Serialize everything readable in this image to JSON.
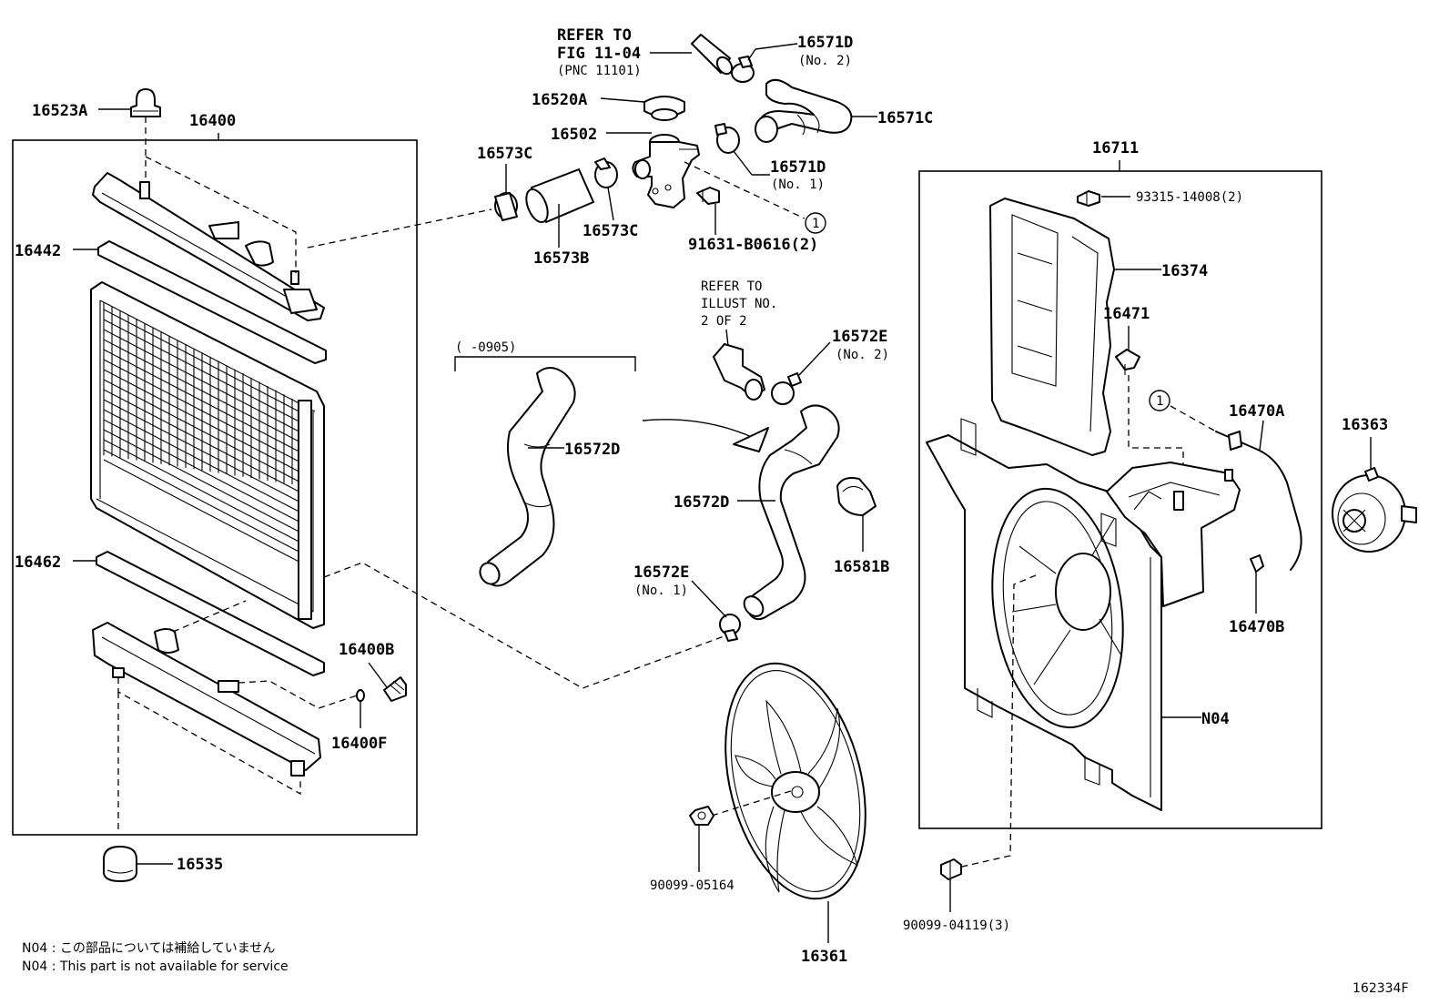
{
  "labels": {
    "p16523A": "16523A",
    "p16400": "16400",
    "p16442": "16442",
    "p16462": "16462",
    "p16400B": "16400B",
    "p16400F": "16400F",
    "p16535": "16535",
    "refer1_a": "REFER TO",
    "refer1_b": "FIG 11-04",
    "refer1_c": "(PNC 11101)",
    "p16571D_top": "16571D",
    "p16571D_top_sub": "(No. 2)",
    "p16520A": "16520A",
    "p16571C": "16571C",
    "p16502": "16502",
    "p16571D_mid": "16571D",
    "p16571D_mid_sub": "(No. 1)",
    "p16573C_left": "16573C",
    "p16573C_right": "16573C",
    "p16573B": "16573B",
    "p91631": "91631-B0616(2)",
    "refer2_a": "REFER TO",
    "refer2_b": "ILLUST NO.",
    "refer2_c": "2 OF 2",
    "p16572E_top": "16572E",
    "p16572E_top_sub": "(No. 2)",
    "range_label": "(     -0905)",
    "p16572D_left": "16572D",
    "p16572D_right": "16572D",
    "p16581B": "16581B",
    "p16572E_bot": "16572E",
    "p16572E_bot_sub": "(No. 1)",
    "p16361": "16361",
    "p90099_05164": "90099-05164",
    "p16711": "16711",
    "p93315": "93315-14008(2)",
    "p16374": "16374",
    "p16471": "16471",
    "p16470A": "16470A",
    "p16363": "16363",
    "p16470B": "16470B",
    "pN04": "N04",
    "p90099_04119": "90099-04119(3)",
    "circle1_a": "1",
    "circle1_b": "1"
  },
  "notes": {
    "jp": "N04 : この部品については補給していません",
    "en": "N04 : This part is not available for service"
  },
  "figure_id": "162334F"
}
